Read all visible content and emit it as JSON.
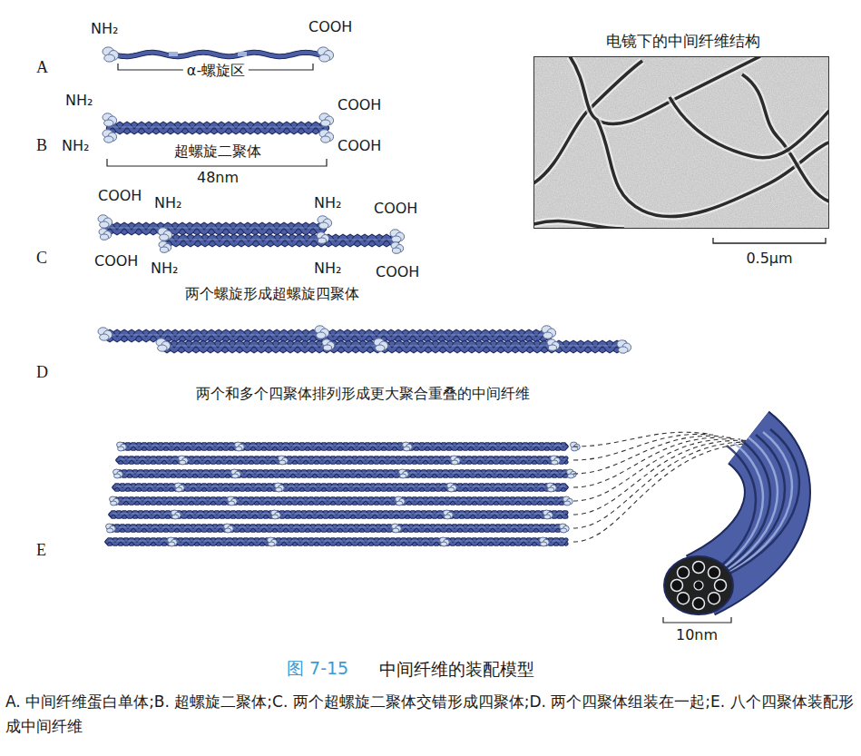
{
  "diagram": {
    "caption": "中间纤维的装配模型",
    "nodes": [
      {
        "text": [
          "电镜下的中间纤维结构"
        ]
      }
    ],
    "labels": [
      "A",
      "NH₂",
      "COOH",
      "α-螺旋区",
      "B",
      "NH₂",
      "NH₂",
      "COOH",
      "COOH",
      "超螺旋二聚体",
      "48nm",
      "C",
      "COOH",
      "NH₂",
      "NH₂",
      "COOH",
      "COOH",
      "NH₂",
      "NH₂",
      "COOH",
      "两个螺旋形成超螺旋四聚体",
      "D",
      "两个和多个四聚体排列形成更大聚合重叠的中间纤维",
      "E",
      "10nm",
      "0.5μm",
      "图 7-15",
      "A. 中间纤维蛋白单体;B. 超螺旋二聚体;C. 两个超螺旋二聚体交错形成四聚体;D. 两个四聚体组装在一起;E. 八个四聚体装配形成中间纤维"
    ]
  }
}
